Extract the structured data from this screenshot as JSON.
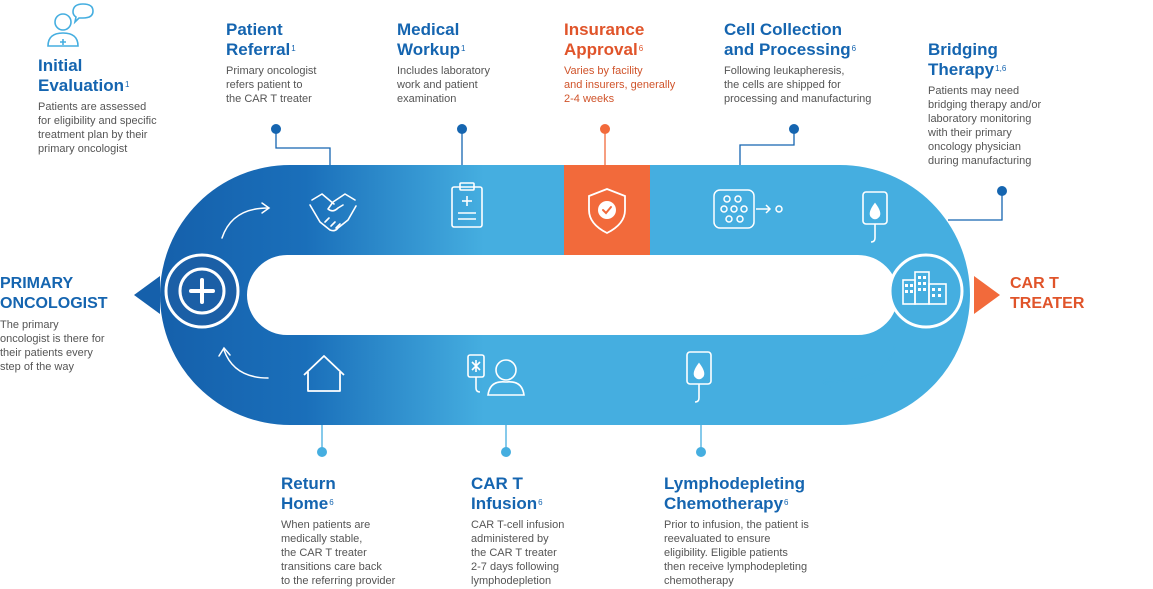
{
  "colors": {
    "dark_blue": "#1565b0",
    "mid_blue": "#1f7bc4",
    "light_blue": "#45aee0",
    "orange": "#f26a3b",
    "text_gray": "#555555"
  },
  "start": {
    "title_lines": [
      "PRIMARY",
      "ONCOLOGIST"
    ],
    "desc": "The primary\noncologist is there for\ntheir patients every\nstep of the way",
    "icon": "plus-cross-icon"
  },
  "end": {
    "title_lines": [
      "CAR T",
      "TREATER"
    ],
    "icon": "hospital-building-icon"
  },
  "steps": {
    "initial_evaluation": {
      "title_lines": [
        "Initial",
        "Evaluation"
      ],
      "sup": "1",
      "desc": "Patients are assessed\nfor eligibility and specific\ntreatment plan by their\nprimary oncologist",
      "icon": "patient-chat-icon"
    },
    "patient_referral": {
      "title_lines": [
        "Patient",
        "Referral"
      ],
      "sup": "1",
      "desc": "Primary oncologist\nrefers patient to\nthe CAR T treater",
      "icon": "handshake-icon"
    },
    "medical_workup": {
      "title_lines": [
        "Medical",
        "Workup"
      ],
      "sup": "1",
      "desc": "Includes laboratory\nwork and patient\nexamination",
      "icon": "clipboard-icon"
    },
    "insurance_approval": {
      "title_lines": [
        "Insurance",
        "Approval"
      ],
      "sup": "6",
      "desc": "Varies by facility\nand insurers, generally\n2-4 weeks",
      "icon": "shield-check-icon"
    },
    "cell_collection": {
      "title_lines": [
        "Cell Collection",
        "and Processing"
      ],
      "sup": "6",
      "desc": "Following leukapheresis,\nthe cells are shipped for\nprocessing and manufacturing",
      "icon": "cells-icon"
    },
    "bridging_therapy": {
      "title_lines": [
        "Bridging",
        "Therapy"
      ],
      "sup": "1,6",
      "desc": "Patients may need\nbridging therapy and/or\nlaboratory monitoring\nwith their primary\noncology physician\nduring manufacturing",
      "icon": "iv-bag-icon"
    },
    "lymphodepleting": {
      "title_lines": [
        "Lymphodepleting",
        "Chemotherapy"
      ],
      "sup": "6",
      "desc": "Prior to infusion, the patient is\nreevaluated to ensure\neligibility. Eligible patients\nthen receive lymphodepleting\nchemotherapy",
      "icon": "iv-drip-icon"
    },
    "car_t_infusion": {
      "title_lines": [
        "CAR T",
        "Infusion"
      ],
      "sup": "6",
      "desc": "CAR T-cell infusion\nadministered by\nthe CAR T treater\n2-7 days following\nlymphodepletion",
      "icon": "patient-infusion-icon"
    },
    "return_home": {
      "title_lines": [
        "Return",
        "Home"
      ],
      "sup": "6",
      "desc": "When patients are\nmedically stable,\nthe CAR T treater\ntransitions care back\nto the referring provider",
      "icon": "home-icon"
    }
  }
}
